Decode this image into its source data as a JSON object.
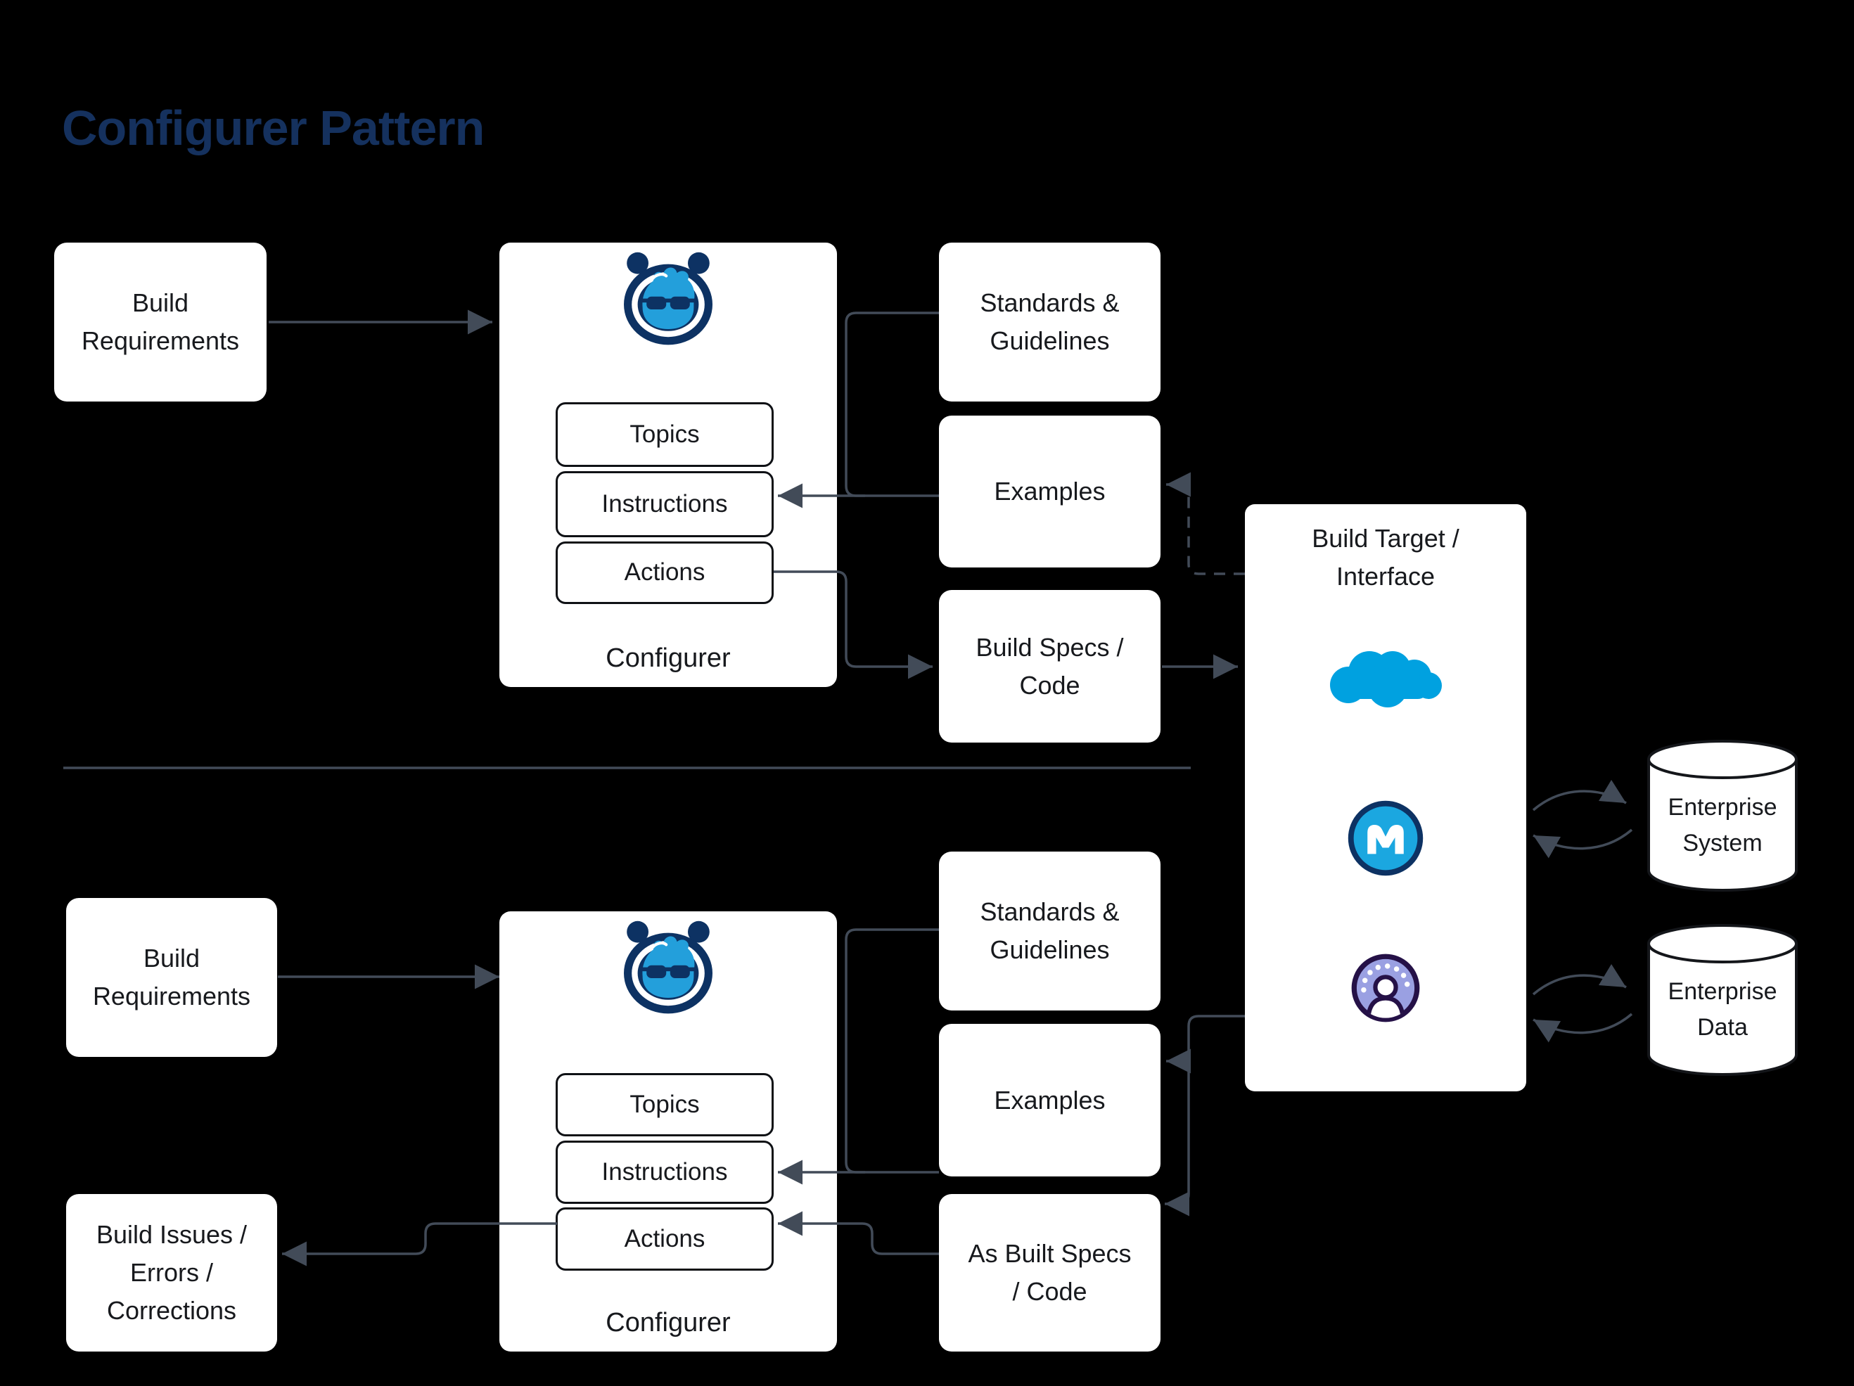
{
  "title": "Configurer Pattern",
  "top_flow": {
    "build_requirements": "Build Requirements",
    "configurer": {
      "topics": "Topics",
      "instructions": "Instructions",
      "actions": "Actions",
      "label": "Configurer"
    },
    "standards_guidelines": "Standards & Guidelines",
    "examples": "Examples",
    "build_specs": "Build Specs / Code"
  },
  "bottom_flow": {
    "build_requirements": "Build Requirements",
    "configurer": {
      "topics": "Topics",
      "instructions": "Instructions",
      "actions": "Actions",
      "label": "Configurer"
    },
    "standards_guidelines": "Standards & Guidelines",
    "examples": "Examples",
    "as_built_specs": "As Built Specs / Code",
    "build_issues": "Build Issues / Errors / Corrections"
  },
  "build_target": {
    "label": "Build Target / Interface",
    "icons": [
      "agent-mascot",
      "salesforce-cloud",
      "mulesoft",
      "community-persona"
    ]
  },
  "datastores": {
    "enterprise_system": "Enterprise System",
    "enterprise_data": "Enterprise Data"
  },
  "colors": {
    "title": "#15315e",
    "connector": "#424b58",
    "box_bg": "#ffffff",
    "canvas_bg": "#000000",
    "mascot_navy": "#0d3263",
    "mascot_blue": "#239fdb",
    "salesforce_blue": "#00a1e0",
    "mulesoft_blue": "#1ba7e0",
    "persona_purple": "#9aa0e2",
    "persona_outline": "#251147"
  }
}
